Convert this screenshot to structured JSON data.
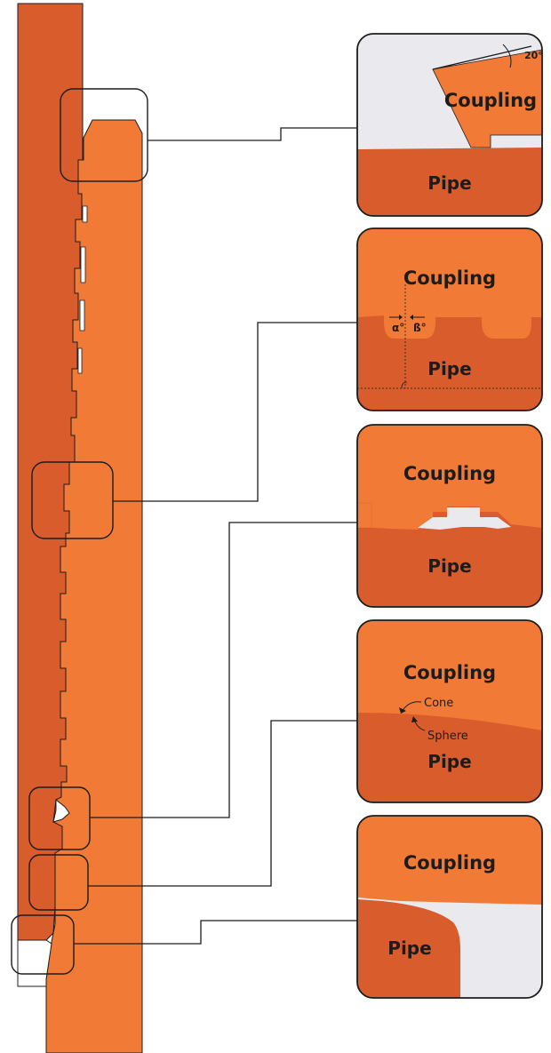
{
  "colors": {
    "pipe": "#d95c2c",
    "coupling": "#f07a36",
    "background": "#e9e9ee",
    "outline": "#1c1c1c"
  },
  "details": [
    {
      "name": "shoulder",
      "coupling_label": "Coupling",
      "pipe_label": "Pipe",
      "angle_label": "20°"
    },
    {
      "name": "thread",
      "coupling_label": "Coupling",
      "pipe_label": "Pipe",
      "alpha_label": "α°",
      "beta_label": "ß°"
    },
    {
      "name": "seal-ring",
      "coupling_label": "Coupling",
      "pipe_label": "Pipe"
    },
    {
      "name": "cone-sphere",
      "coupling_label": "Coupling",
      "pipe_label": "Pipe",
      "cone_label": "Cone",
      "sphere_label": "Sphere"
    },
    {
      "name": "pipe-end",
      "coupling_label": "Coupling",
      "pipe_label": "Pipe"
    }
  ]
}
